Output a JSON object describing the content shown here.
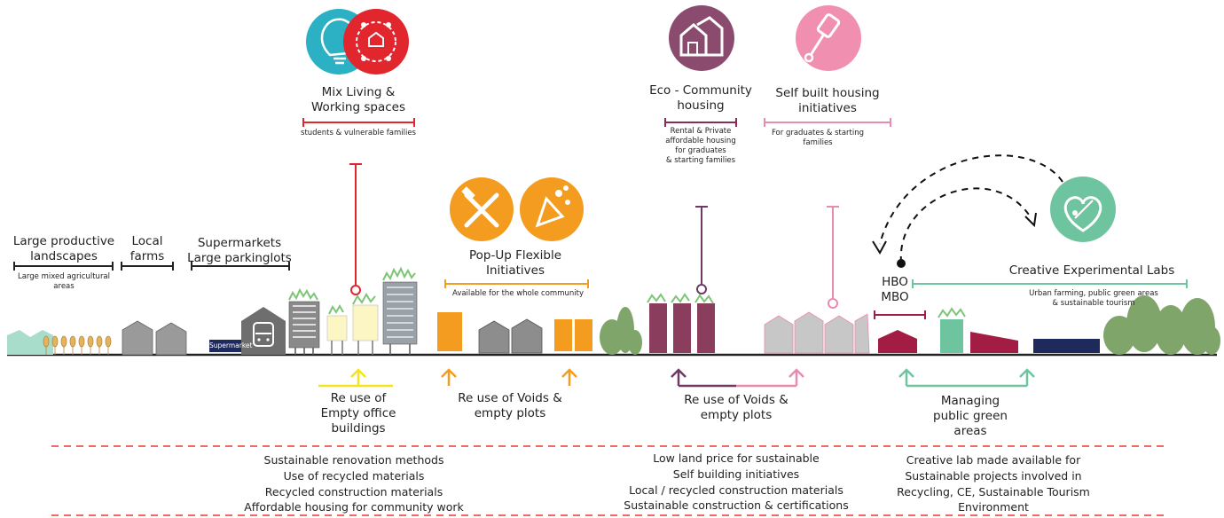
{
  "top_items": {
    "mix_living": {
      "title": "Mix Living &\nWorking spaces",
      "sub": "students & vulnerable families",
      "color": "#e2262e"
    },
    "popup": {
      "title": "Pop-Up Flexible\nInitiatives",
      "sub": "Available for the whole community",
      "color": "#f39c1f"
    },
    "eco": {
      "title": "Eco - Community\nhousing",
      "sub": "Rental & Private\naffordable housing\nfor graduates\n& starting families",
      "color": "#6d3a68"
    },
    "self_built": {
      "title": "Self built housing\ninitiatives",
      "sub": "For graduates & starting\nfamilies",
      "color": "#e98bb0"
    },
    "creative": {
      "title": "Creative Experimental Labs",
      "sub": "Urban farming, public green areas\n& sustainable tourism",
      "color": "#6fc4a0"
    },
    "hbo": {
      "title": "HBO\nMBO",
      "color": "#a31c43"
    }
  },
  "left_items": {
    "landscapes": {
      "title": "Large productive\nlandscapes",
      "sub": "Large mixed agricultural\nareas"
    },
    "farms": {
      "title": "Local\nfarms"
    },
    "supermarkets": {
      "title": "Supermarkets\nLarge parkinglots"
    }
  },
  "supermarket_sign": "Supermarket",
  "mid_labels": {
    "office": {
      "text": "Re use of\nEmpty office\nbuildings",
      "color": "#f2e51d"
    },
    "voids1": {
      "text": "Re use of Voids &\nempty plots",
      "color": "#f39c1f"
    },
    "voids2": {
      "text": "Re use of Voids &\nempty plots",
      "color": "#6d3a68"
    },
    "green": {
      "text": "Managing\npublic green\nareas",
      "color": "#6fc4a0"
    }
  },
  "bottom_lists": {
    "left": "Sustainable renovation methods\nUse of recycled materials\nRecycled construction materials\nAffordable housing for community work",
    "middle": "Low land price for sustainable\nSelf building initiatives\nLocal / recycled construction materials\nSustainable construction & certifications",
    "right": "Creative lab made available for\nSustainable projects involved in\nRecycling, CE, Sustainable Tourism\nEnvironment"
  },
  "colors": {
    "divider": "#e83a2e",
    "ground": "#222222",
    "navy": "#1f2a5c",
    "maroon": "#a31c43"
  }
}
